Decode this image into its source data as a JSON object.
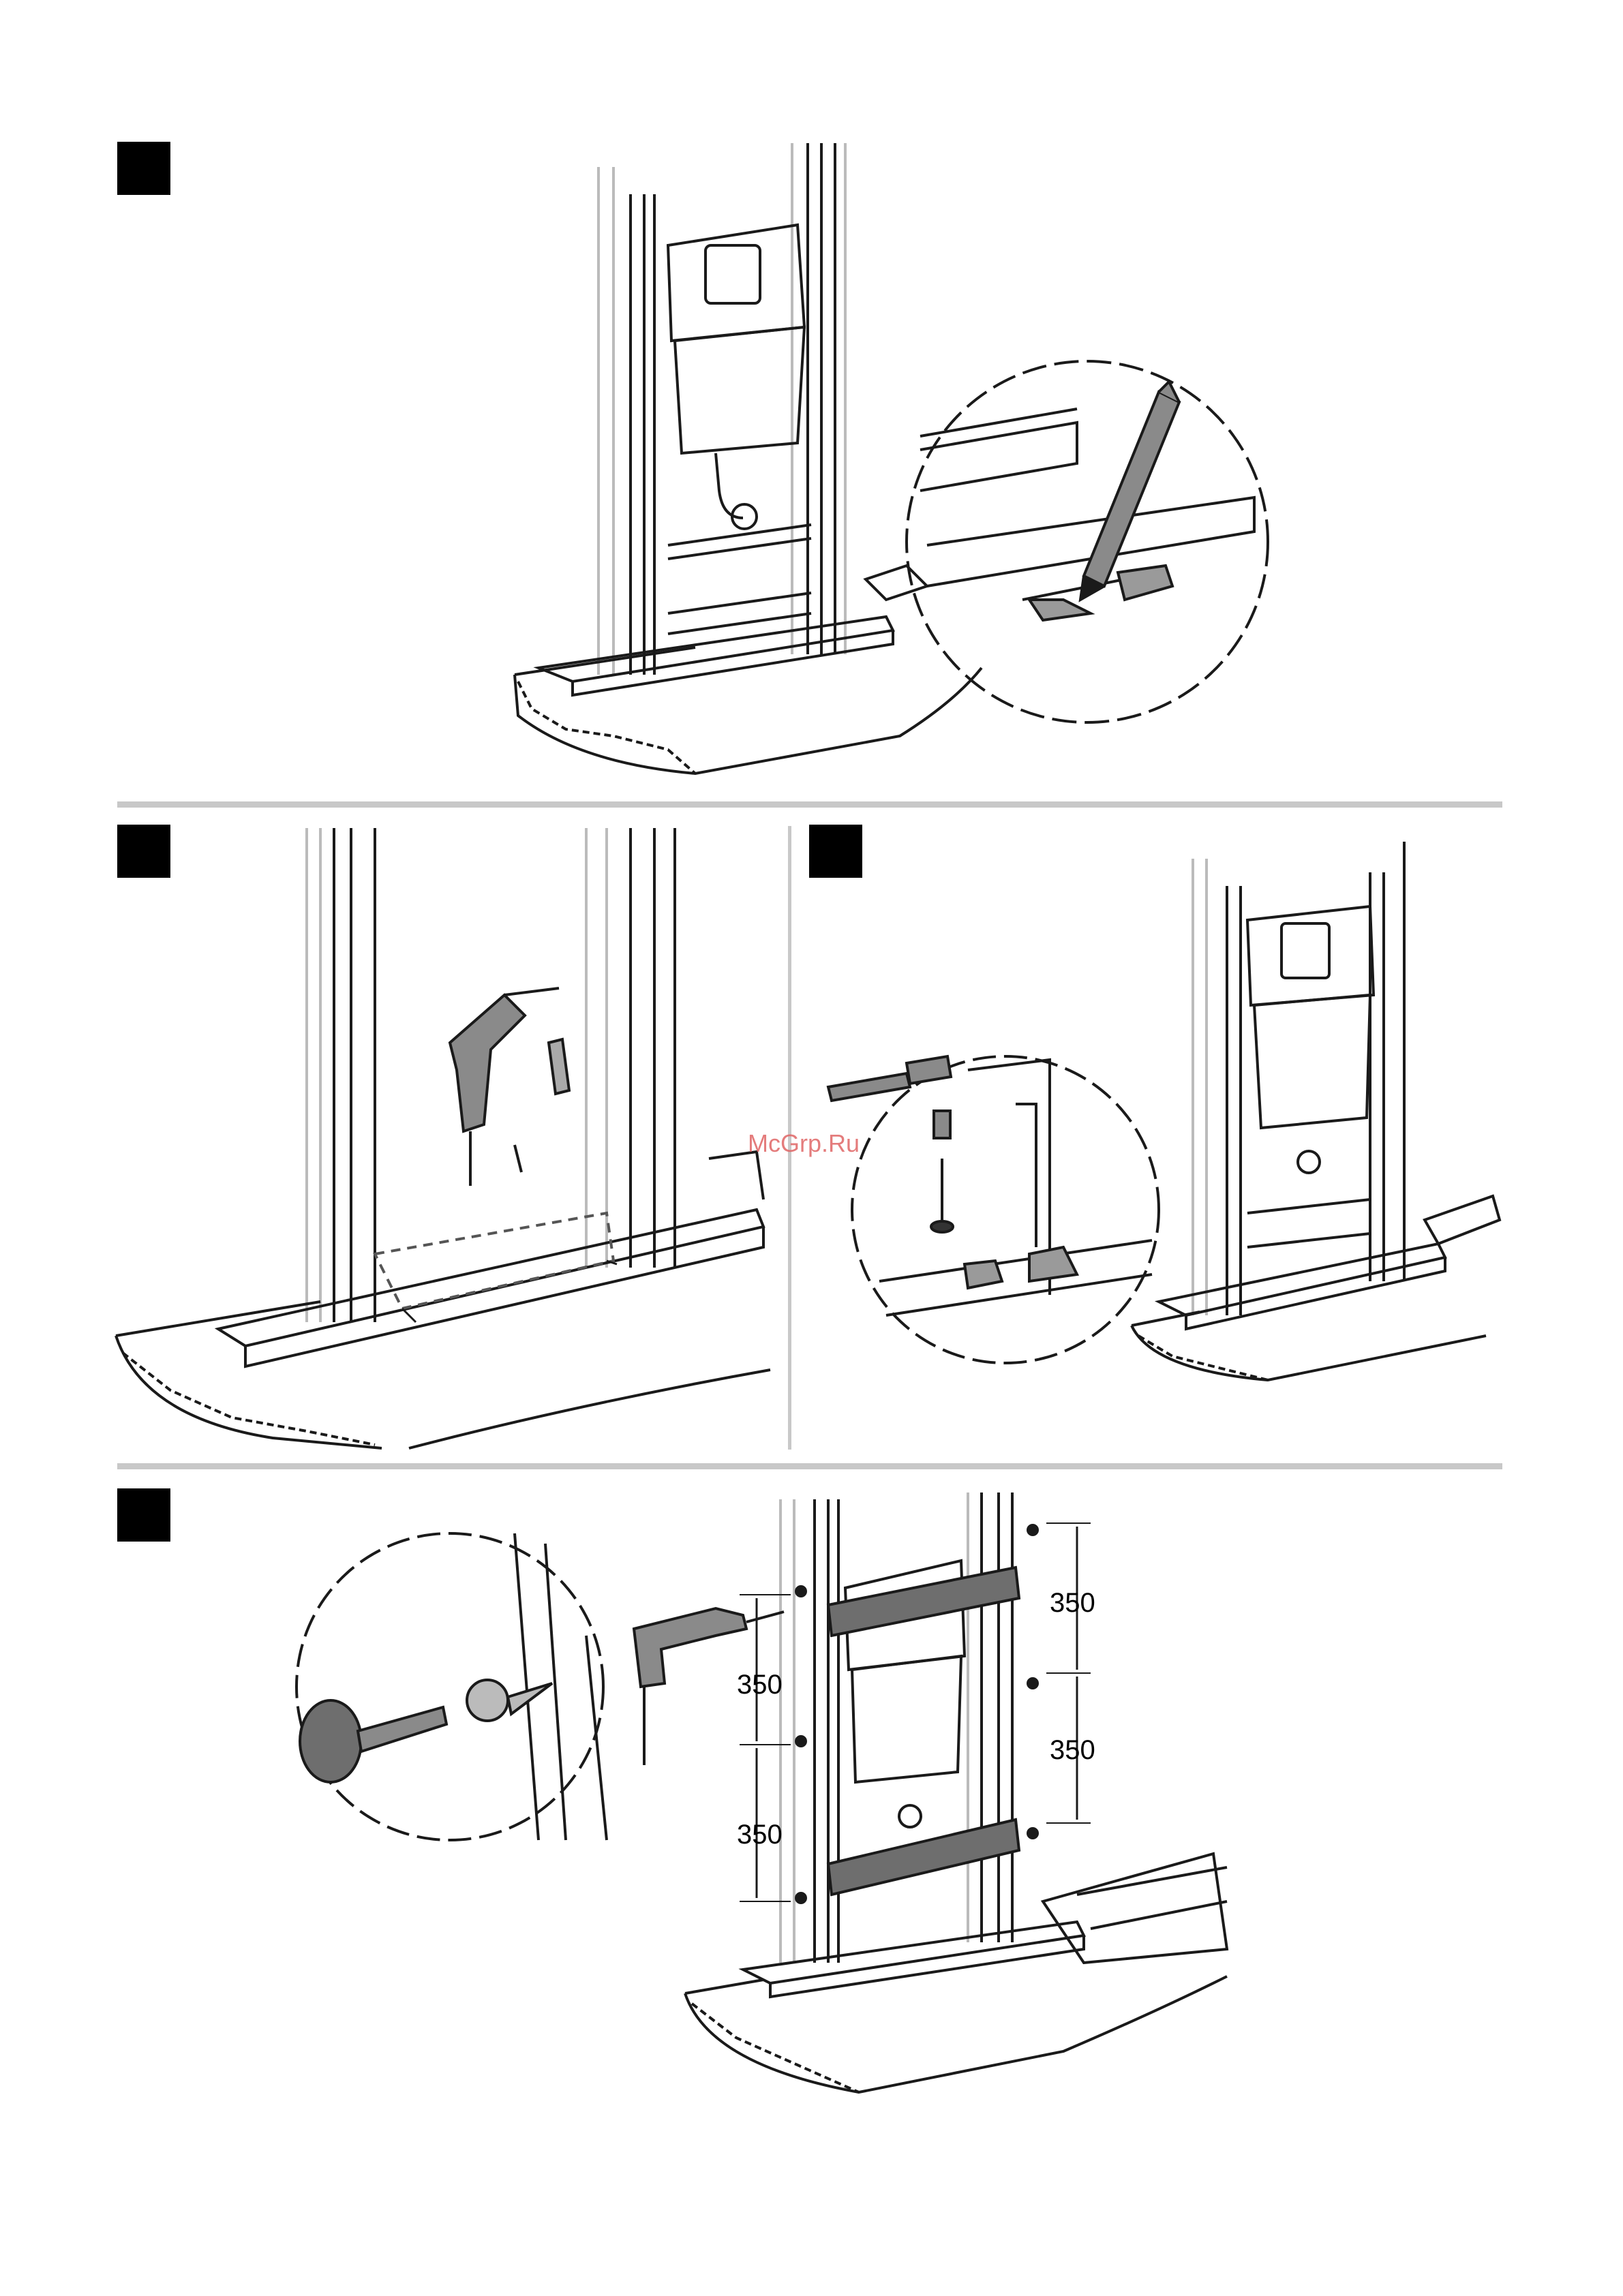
{
  "watermark": "McGrp.Ru",
  "dimensions": {
    "right_upper": "350",
    "right_lower": "350",
    "left_upper": "350",
    "left_lower": "350"
  },
  "colors": {
    "line": "#1a1a1a",
    "fill_grey": "#8a8a8a",
    "divider": "#c8c8c8",
    "watermark": "#e06666"
  }
}
